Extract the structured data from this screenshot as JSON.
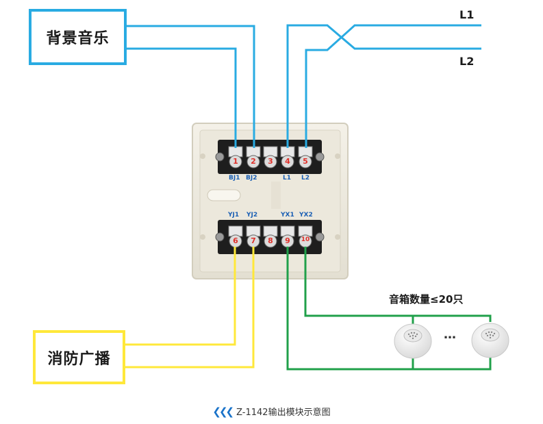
{
  "labels": {
    "background_music": "背景音乐",
    "fire_broadcast": "消防广播",
    "line_l1": "L1",
    "line_l2": "L2",
    "speaker_note": "音箱数量≤20只",
    "ellipsis": "…"
  },
  "top_terminals": {
    "numbers": [
      "1",
      "2",
      "3",
      "4",
      "5"
    ],
    "names": [
      "BJ1",
      "BJ2",
      "L1",
      "L2"
    ]
  },
  "bottom_terminals": {
    "numbers": [
      "6",
      "7",
      "8",
      "9",
      "10"
    ],
    "names": [
      "YJ1",
      "YJ2",
      "YX1",
      "YX2"
    ]
  },
  "caption": {
    "arrows": "❮❮❮",
    "text": "Z-1142输出模块示意图"
  },
  "colors": {
    "blue_wire": "#29abe2",
    "yellow_wire": "#ffe83a",
    "green_wire": "#20a04a",
    "terminal_number": "#e0302a",
    "terminal_name": "#1a5fb4"
  }
}
